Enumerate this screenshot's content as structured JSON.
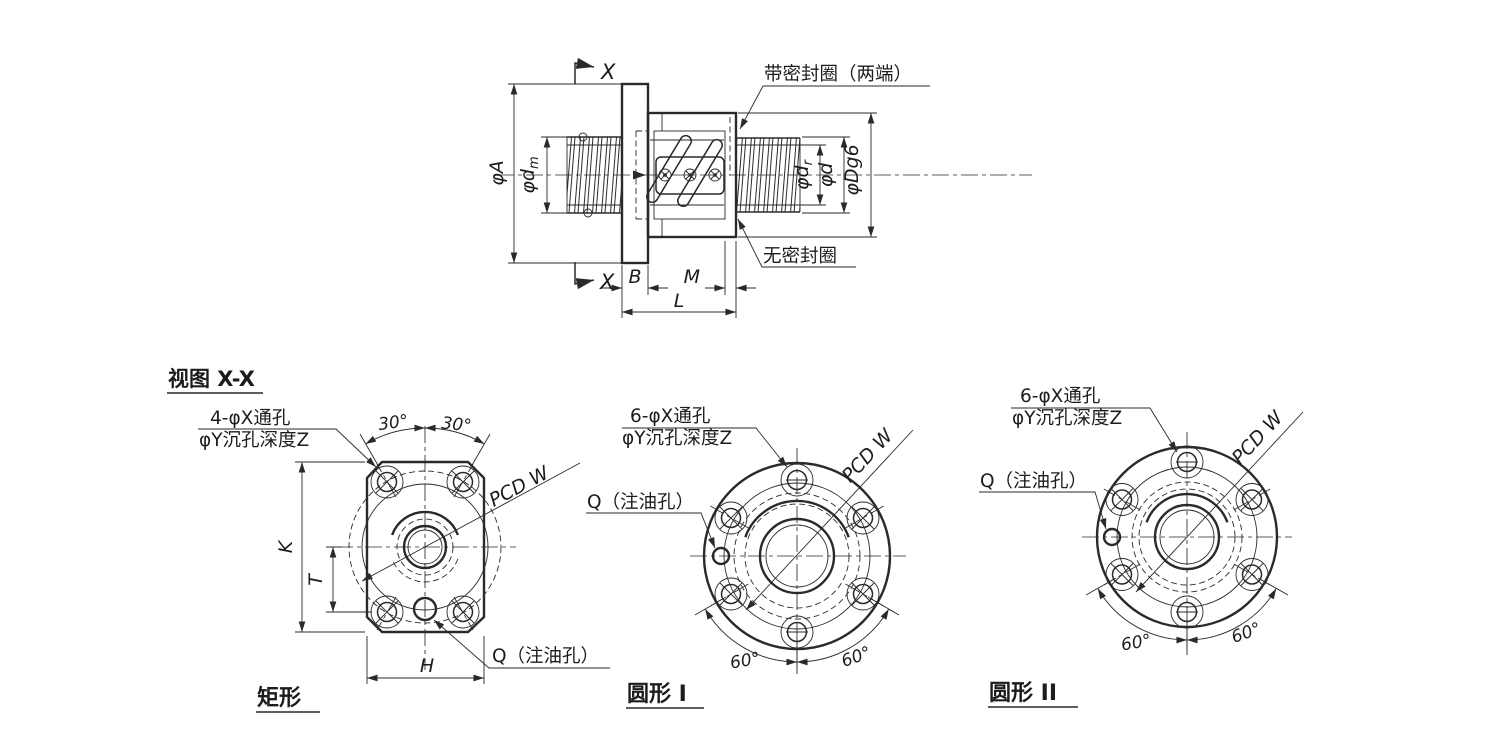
{
  "drawing": {
    "top_view": {
      "section_marker": "X",
      "seal_note": "带密封圈（两端）",
      "no_seal_note": "无密封圈",
      "dim_phi_A": "φA",
      "dim_phi_dm": {
        "base": "φd",
        "sub": "m"
      },
      "dim_phi_dr": {
        "base": "φd",
        "sub": "r"
      },
      "dim_phi_d": "φd",
      "dim_phi_Dg6": "φDg6",
      "dim_B": "B",
      "dim_M": "M",
      "dim_L": "L"
    },
    "section_title": "视图 X-X",
    "rect_view": {
      "note_line1": "4-φX通孔",
      "note_line2": "φY沉孔深度Z",
      "angle_left": "30°",
      "angle_right": "30°",
      "pcd_label": "PCD W",
      "dim_K": "K",
      "dim_T": "T",
      "dim_H": "H",
      "oil_note": "Q（注油孔）",
      "caption": "矩形"
    },
    "circle1_view": {
      "note_line1": "6-φX通孔",
      "note_line2": "φY沉孔深度Z",
      "pcd_label": "PCD W",
      "oil_note": "Q（注油孔）",
      "angle_left": "60°",
      "angle_right": "60°",
      "caption": "圆形 I"
    },
    "circle2_view": {
      "note_line1": "6-φX通孔",
      "note_line2": "φY沉孔深度Z",
      "pcd_label": "PCD W",
      "oil_note": "Q（注油孔）",
      "angle_left": "60°",
      "angle_right": "60°",
      "caption": "圆形 II"
    }
  }
}
